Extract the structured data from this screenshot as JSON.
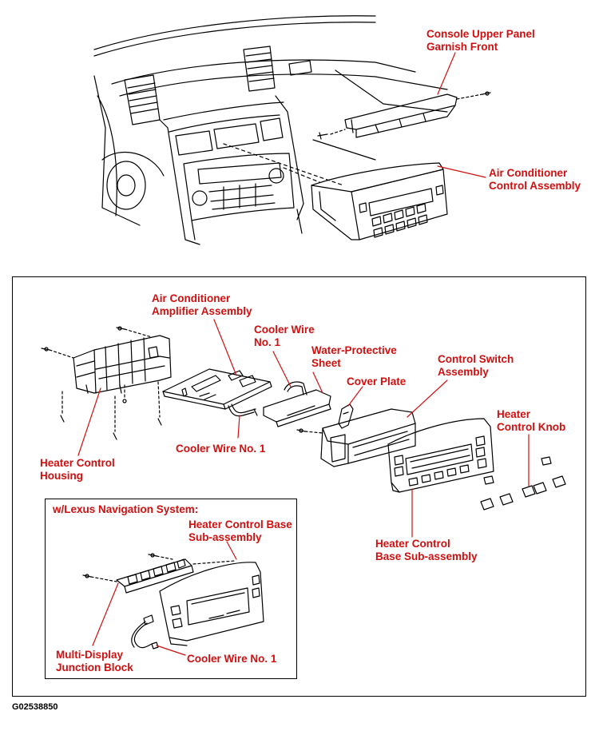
{
  "labels": {
    "console_upper_panel": "Console Upper Panel\nGarnish Front",
    "ac_control_assembly": "Air Conditioner\nControl Assembly",
    "ac_amplifier_assembly": "Air Conditioner\nAmplifier Assembly",
    "cooler_wire_top": "Cooler Wire\nNo. 1",
    "water_protective_sheet": "Water-Protective\nSheet",
    "control_switch_assembly": "Control Switch\nAssembly",
    "cover_plate": "Cover Plate",
    "heater_control_knob": "Heater\nControl Knob",
    "cooler_wire_mid": "Cooler Wire No. 1",
    "heater_control_housing": "Heater Control\nHousing",
    "heater_control_base_right": "Heater Control\nBase Sub-assembly",
    "nav_heading": "w/Lexus Navigation System:",
    "heater_control_base_nav": "Heater Control Base\nSub-assembly",
    "multi_display_junction": "Multi-Display\nJunction Block",
    "cooler_wire_bottom": "Cooler Wire No. 1"
  },
  "figure_code": "G02538850",
  "colors": {
    "label_red": "#d01010",
    "line": "#000000"
  }
}
